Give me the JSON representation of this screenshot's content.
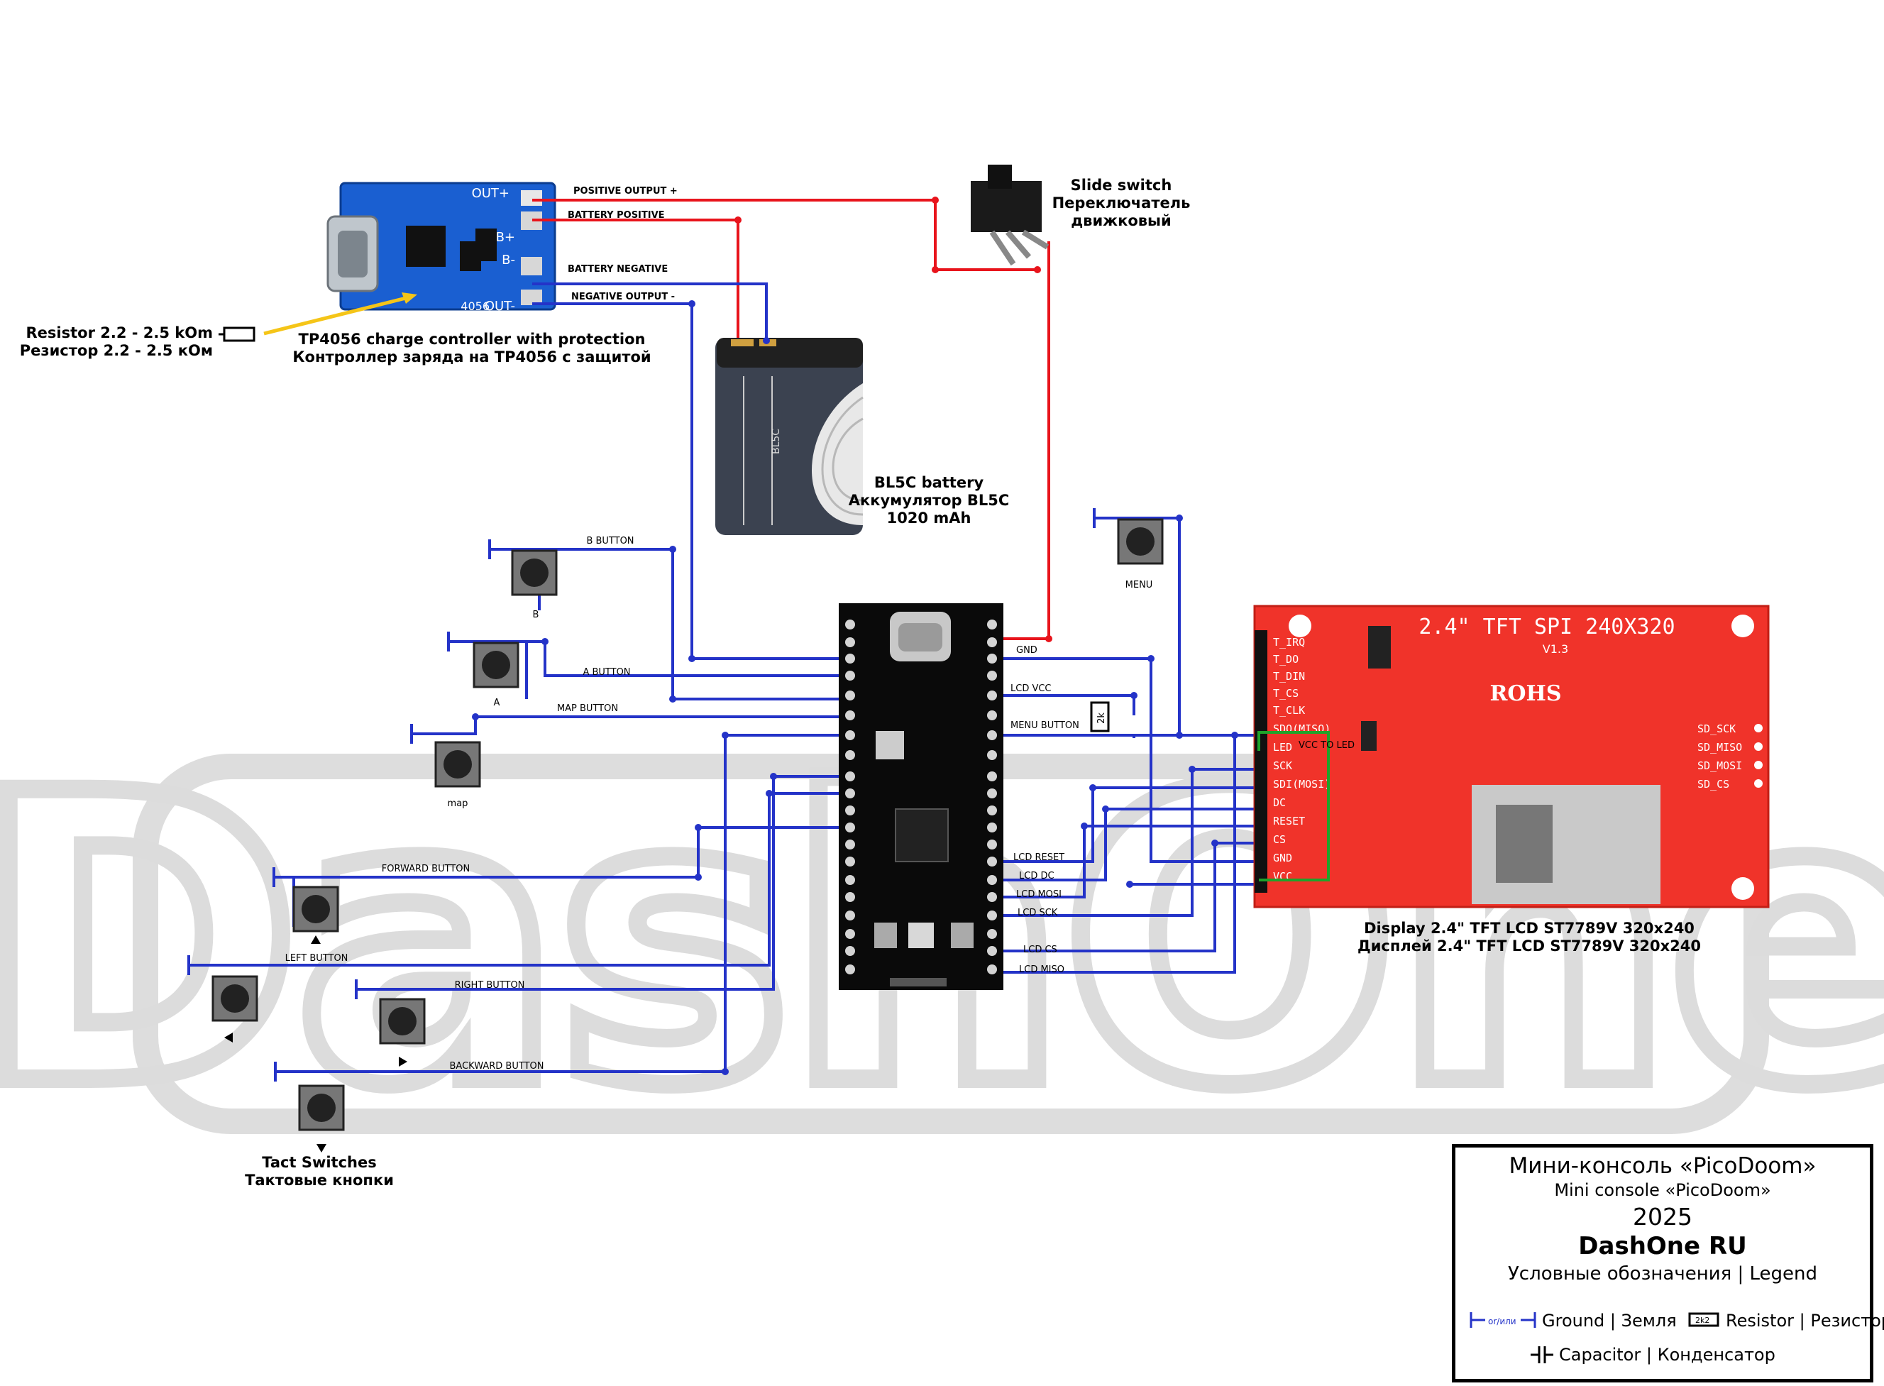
{
  "charger": {
    "title": "TP4056 charge controller with protection",
    "title_ru": "Контроллер заряда на TP4056 с защитой",
    "pins": [
      "OUT+",
      "B+",
      "B-",
      "OUT-"
    ],
    "ic_label": "4056"
  },
  "resistor_note": {
    "line1": "Resistor 2.2 - 2.5 kOm",
    "line2": "Резистор 2.2 - 2.5 кОм"
  },
  "wires": {
    "positive_output": "POSITIVE OUTPUT +",
    "battery_positive": "BATTERY POSITIVE",
    "battery_negative": "BATTERY NEGATIVE",
    "negative_output": "NEGATIVE OUTPUT -"
  },
  "battery": {
    "label": "BL5C",
    "line1": "BL5C battery",
    "line2": "Аккумулятор BL5C",
    "line3": "1020 mAh"
  },
  "switch": {
    "line1": "Slide switch",
    "line2": "Переключатель",
    "line3": "движковый"
  },
  "buttons": {
    "b_label": "B BUTTON",
    "b": "B",
    "a_label": "A BUTTON",
    "a": "A",
    "map_label": "MAP BUTTON",
    "map": "map",
    "menu": "MENU",
    "forward_label": "FORWARD BUTTON",
    "left_label": "LEFT BUTTON",
    "right_label": "RIGHT BUTTON",
    "backward_label": "BACKWARD BUTTON",
    "tact_line1": "Tact Switches",
    "tact_line2": "Тактовые кнопки"
  },
  "pico_signals": {
    "gnd": "GND",
    "lcd_vcc": "LCD VCC",
    "menu_button": "MENU BUTTON",
    "lcd_reset": "LCD RESET",
    "lcd_dc": "LCD DC",
    "lcd_mosi": "LCD MOSI",
    "lcd_sck": "LCD SCK",
    "lcd_cs": "LCD CS",
    "lcd_miso": "LCD MISO",
    "resistor_value": "2k"
  },
  "display": {
    "board_title": "2.4\" TFT SPI 240X320",
    "version": "V1.3",
    "rohs": "ROHS",
    "pins": [
      "T_IRQ",
      "T_DO",
      "T_DIN",
      "T_CS",
      "T_CLK",
      "SDO(MISO)",
      "LED",
      "SCK",
      "SDI(MOSI)",
      "DC",
      "RESET",
      "CS",
      "GND",
      "VCC"
    ],
    "sd_pins": [
      "SD_SCK",
      "SD_MISO",
      "SD_MOSI",
      "SD_CS"
    ],
    "vcc_to_led": "VCC TO LED",
    "caption1": "Display  2.4\" TFT LCD ST7789V 320x240",
    "caption2": "Дисплей  2.4\" TFT LCD ST7789V 320x240"
  },
  "watermark": "DashOne",
  "legend": {
    "title": "Мини-консоль «PicoDoom»",
    "subtitle": "Mini console «PicoDoom»",
    "year": "2025",
    "brand": "DashOne RU",
    "heading": "Условные обозначения | Legend",
    "or_text": "or/или",
    "ground": "Ground | Земля",
    "resistor_symbol": "2k2",
    "resistor": "Resistor | Резистор",
    "capacitor": "Capacitor | Конденсатор"
  },
  "colors": {
    "wire_red": "#e8141c",
    "wire_blue": "#2433c8",
    "wire_green": "#1fa32a",
    "display_red": "#f0332a",
    "charger_blue": "#1a5fd1",
    "watermark": "#d8d8d8"
  }
}
